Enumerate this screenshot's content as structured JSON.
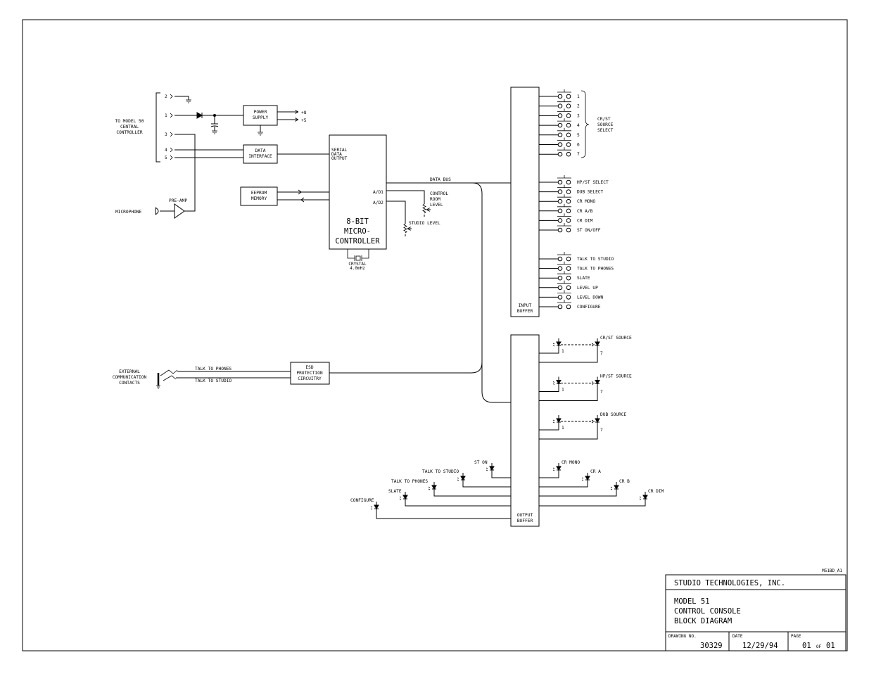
{
  "drawing_id": "M51BD_A1",
  "title_block": {
    "company": "STUDIO TECHNOLOGIES, INC.",
    "title_line1": "MODEL 51",
    "title_line2": "CONTROL CONSOLE",
    "title_line3": "BLOCK DIAGRAM",
    "drawing_no_label": "DRAWING NO.",
    "drawing_no": "30329",
    "date_label": "DATE",
    "date": "12/29/94",
    "page_label": "PAGE",
    "page_num": "01",
    "page_of": "OF",
    "page_total": "01"
  },
  "connector": {
    "label_line1": "TO MODEL 50",
    "label_line2": "CENTRAL",
    "label_line3": "CONTROLLER",
    "pins": [
      "2",
      "1",
      "3",
      "4",
      "5"
    ]
  },
  "blocks": {
    "power_supply_line1": "POWER",
    "power_supply_line2": "SUPPLY",
    "rail_pos8": "+8",
    "rail_pos5": "+5",
    "data_interface_line1": "DATA",
    "data_interface_line2": "INTERFACE",
    "eeprom_line1": "EEPROM",
    "eeprom_line2": "MEMORY",
    "esd_line1": "ESD",
    "esd_line2": "PROTECTION",
    "esd_line3": "CIRCUITRY",
    "input_buffer_line1": "INPUT",
    "input_buffer_line2": "BUFFER",
    "output_buffer_line1": "OUTPUT",
    "output_buffer_line2": "BUFFER"
  },
  "microcontroller": {
    "line1": "8-BIT",
    "line2": "MICRO-",
    "line3": "CONTROLLER",
    "serial_line1": "SERIAL",
    "serial_line2": "DATA",
    "serial_line3": "OUTPUT",
    "ad1": "A/D1",
    "ad2": "A/D2",
    "crystal_line1": "CRYSTAL",
    "crystal_line2": "4.0mHz"
  },
  "labels": {
    "microphone": "MICROPHONE",
    "pre_amp": "PRE-AMP",
    "data_bus": "DATA BUS",
    "control_room_level_line1": "CONTROL",
    "control_room_level_line2": "ROOM",
    "control_room_level_line3": "LEVEL",
    "studio_level": "STUDIO LEVEL",
    "ext_comm_line1": "EXTERNAL",
    "ext_comm_line2": "COMMUNICATION",
    "ext_comm_line3": "CONTACTS",
    "talk_to_phones": "TALK TO PHONES",
    "talk_to_studio": "TALK TO STUDIO",
    "cr_st_select_line1": "CR/ST",
    "cr_st_select_line2": "SOURCE",
    "cr_st_select_line3": "SELECT"
  },
  "source_switches": [
    "1",
    "2",
    "3",
    "4",
    "5",
    "6",
    "7"
  ],
  "mode_switches": [
    "HP/ST SELECT",
    "DUB SELECT",
    "CR MONO",
    "CR A/B",
    "CR DIM",
    "ST ON/OFF"
  ],
  "talk_switches": [
    "TALK TO STUDIO",
    "TALK TO PHONES",
    "SLATE",
    "LEVEL UP",
    "LEVEL DOWN",
    "CONFIGURE"
  ],
  "led_groups": [
    {
      "name": "CR/ST SOURCE",
      "first": "1",
      "last": "7"
    },
    {
      "name": "HP/ST SOURCE",
      "first": "1",
      "last": "7"
    },
    {
      "name": "DUB SOURCE",
      "first": "1",
      "last": "7"
    }
  ],
  "left_leds": [
    "ST ON",
    "TALK TO STUDIO",
    "TALK TO PHONES",
    "SLATE",
    "CONFIGURE"
  ],
  "right_leds": [
    "CR MONO",
    "CR A",
    "CR B",
    "CR DIM"
  ]
}
